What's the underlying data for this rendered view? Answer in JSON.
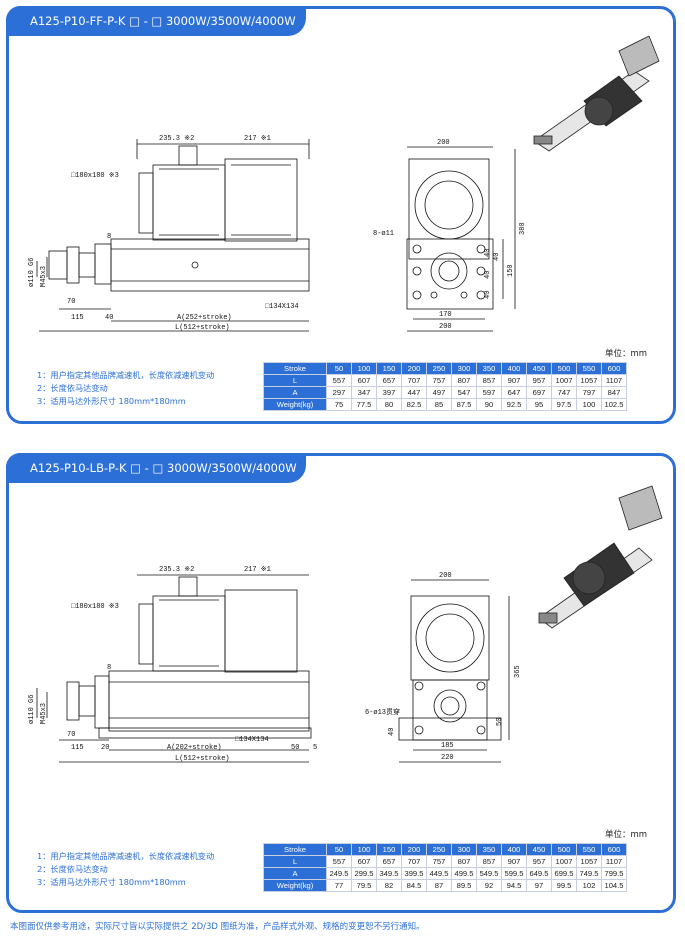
{
  "footer": "本图面仅供参考用途，实际尺寸皆以实际提供之 2D/3D 图纸为准，产品样式外观、规格的变更恕不另行通知。",
  "colors": {
    "accent": "#2c6fd6",
    "text": "#1e2e8c"
  },
  "sections": [
    {
      "title": "A125-P10-FF-P-K □ - □ 3000W/3500W/4000W",
      "unit": "单位：mm",
      "notes": [
        "1：用户指定其他品牌减速机，长度依减速机变动",
        "2：长度依马达变动",
        "3：适用马达外形尺寸 180mm*180mm"
      ],
      "dims": {
        "top1": "235.3 ※2",
        "top2": "217 ※1",
        "sq": "□180x180 ※3",
        "d8": "8",
        "shaft1": "ø110 G6",
        "shaft2": "M45x3",
        "d70": "70",
        "d115": "115",
        "d40": "40",
        "a": "A(252+stroke)",
        "sq134": "□134X134",
        "l": "L(512+stroke)",
        "w200top": "200",
        "holes": "8-ø11",
        "h380": "380",
        "h150": "150",
        "v40a": "40",
        "v40b": "40",
        "v40c": "40",
        "v40d": "40",
        "w170": "170",
        "w200bot": "200"
      },
      "table": {
        "headers": [
          "Stroke",
          "50",
          "100",
          "150",
          "200",
          "250",
          "300",
          "350",
          "400",
          "450",
          "500",
          "550",
          "600"
        ],
        "rows": [
          [
            "L",
            "557",
            "607",
            "657",
            "707",
            "757",
            "807",
            "857",
            "907",
            "957",
            "1007",
            "1057",
            "1107"
          ],
          [
            "A",
            "297",
            "347",
            "397",
            "447",
            "497",
            "547",
            "597",
            "647",
            "697",
            "747",
            "797",
            "847"
          ],
          [
            "Weight(kg)",
            "75",
            "77.5",
            "80",
            "82.5",
            "85",
            "87.5",
            "90",
            "92.5",
            "95",
            "97.5",
            "100",
            "102.5"
          ]
        ]
      }
    },
    {
      "title": "A125-P10-LB-P-K □ - □ 3000W/3500W/4000W",
      "unit": "单位：mm",
      "notes": [
        "1：用户指定其他品牌减速机，长度依减速机变动",
        "2：长度依马达变动",
        "3：适用马达外形尺寸 180mm*180mm"
      ],
      "dims": {
        "top1": "235.3 ※2",
        "top2": "217 ※1",
        "sq": "□180x180 ※3",
        "d8": "8",
        "shaft1": "ø110 G6",
        "shaft2": "M45x3",
        "d70": "70",
        "d115": "115",
        "d20": "20",
        "a": "A(202+stroke)",
        "sq134": "□134X134",
        "d50": "50",
        "d5": "5",
        "l": "L(512+stroke)",
        "w200top": "200",
        "holes": "6-ø13贯穿",
        "h365": "365",
        "v40": "40",
        "v50": "50",
        "w185": "185",
        "w220": "220"
      },
      "table": {
        "headers": [
          "Stroke",
          "50",
          "100",
          "150",
          "200",
          "250",
          "300",
          "350",
          "400",
          "450",
          "500",
          "550",
          "600"
        ],
        "rows": [
          [
            "L",
            "557",
            "607",
            "657",
            "707",
            "757",
            "807",
            "857",
            "907",
            "957",
            "1007",
            "1057",
            "1107"
          ],
          [
            "A",
            "249.5",
            "299.5",
            "349.5",
            "399.5",
            "449.5",
            "499.5",
            "549.5",
            "599.5",
            "649.5",
            "699.5",
            "749.5",
            "799.5"
          ],
          [
            "Weight(kg)",
            "77",
            "79.5",
            "82",
            "84.5",
            "87",
            "89.5",
            "92",
            "94.5",
            "97",
            "99.5",
            "102",
            "104.5"
          ]
        ]
      }
    }
  ]
}
